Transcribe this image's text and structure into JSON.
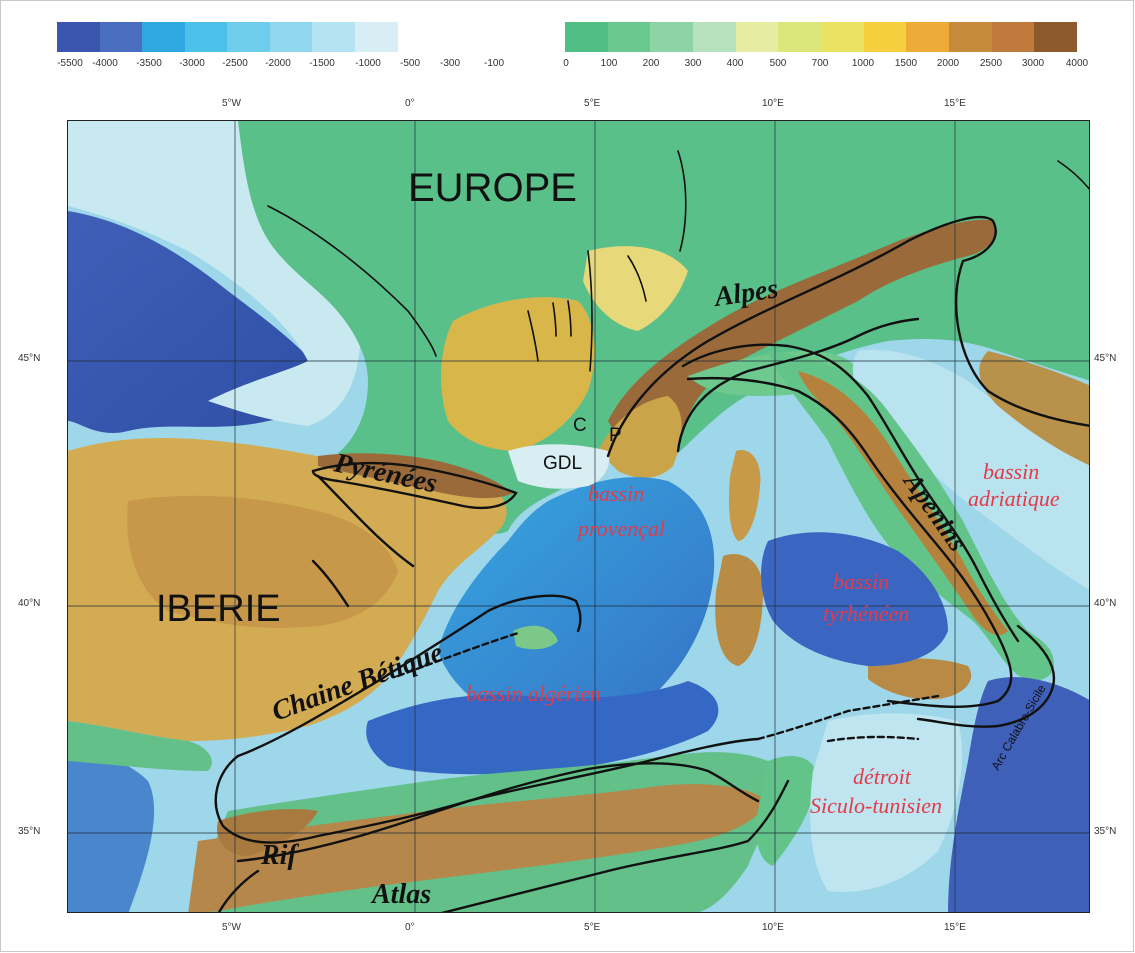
{
  "legend": {
    "labels": [
      "-5500",
      "-4000",
      "-3500",
      "-3000",
      "-2500",
      "-2000",
      "-1500",
      "-1000",
      "-500",
      "-300",
      "-100",
      "0",
      "100",
      "200",
      "300",
      "400",
      "500",
      "700",
      "1000",
      "1500",
      "2000",
      "2500",
      "3000",
      "4000"
    ],
    "colors_neg": [
      "#3a55ad",
      "#4a6ec0",
      "#2fa8e0",
      "#4cc0e8",
      "#6fcdec",
      "#8fd8ef",
      "#b4e3f1",
      "#d7eef5"
    ],
    "colors_pos": [
      "#50bf86",
      "#69c88e",
      "#8ed3a6",
      "#b7e2bd",
      "#e6eca2",
      "#dbe77a",
      "#e9e262",
      "#f5cf3e",
      "#eeaa36",
      "#c58b3a",
      "#c07a3b",
      "#8d5a2e"
    ]
  },
  "axes": {
    "lon_labels": [
      "5°W",
      "0°",
      "5°E",
      "10°E",
      "15°E"
    ],
    "lat_labels": [
      "45°N",
      "40°N",
      "35°N"
    ]
  },
  "labels": {
    "europe": "EUROPE",
    "iberie": "IBERIE",
    "alpes": "Alpes",
    "pyrenees": "Pyrénées",
    "apenins": "Apenins",
    "chaine_betique": "Chaine Bétique",
    "rif": "Rif",
    "atlas": "Atlas",
    "c": "C",
    "p": "P",
    "gdl": "GDL",
    "bassin_provencal_1": "bassin",
    "bassin_provencal_2": "provençal",
    "bassin_adriatique_1": "bassin",
    "bassin_adriatique_2": "adriatique",
    "bassin_tyrrhenien_1": "bassin",
    "bassin_tyrrhenien_2": "tyrhénéen",
    "bassin_algerien": "bassin algérien",
    "detroit_1": "détroit",
    "detroit_2": "Siculo-tunisien",
    "arc": "Arc Calabro-Sicile"
  }
}
